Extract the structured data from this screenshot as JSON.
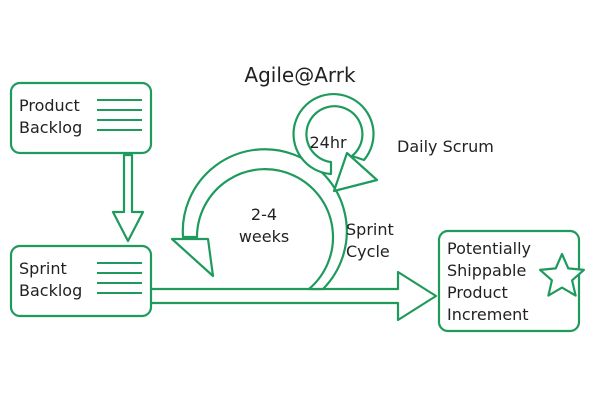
{
  "title": "Agile@Arrk",
  "accent_color": "#1e9a5c",
  "product_backlog": {
    "line1": "Product",
    "line2": "Backlog",
    "icon": "list-icon"
  },
  "sprint_backlog": {
    "line1": "Sprint",
    "line2": "Backlog",
    "icon": "list-icon"
  },
  "daily_scrum": {
    "duration": "24hr",
    "label": "Daily Scrum"
  },
  "sprint_cycle": {
    "duration_line1": "2-4",
    "duration_line2": "weeks",
    "label_line1": "Sprint",
    "label_line2": "Cycle"
  },
  "increment": {
    "line1": "Potentially",
    "line2": "Shippable",
    "line3": "Product",
    "line4": "Increment",
    "icon": "star-icon"
  }
}
